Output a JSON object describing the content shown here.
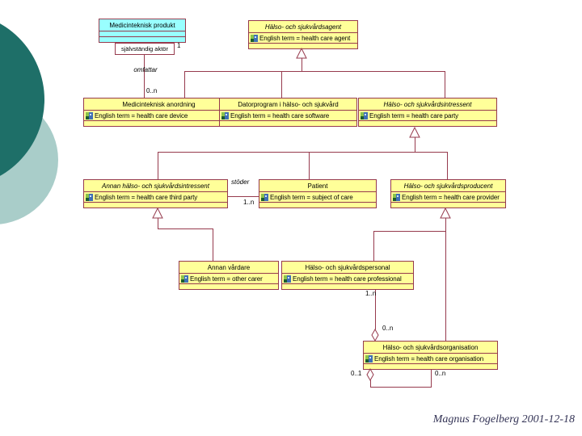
{
  "diagram": {
    "classes": {
      "produkt": {
        "title": "Medicinteknisk produkt"
      },
      "agent": {
        "title": "Hälso- och sjukvårdsagent",
        "term": "English term = health care agent"
      },
      "anordning": {
        "title": "Medicinteknisk anordning",
        "term": "English term = health care device"
      },
      "program": {
        "title": "Datorprogram i hälso- och sjukvård",
        "term": "English term = health care software"
      },
      "intressent": {
        "title": "Hälso- och sjukvårdsintressent",
        "term": "English term = health care party"
      },
      "annan_intressent": {
        "title": "Annan hälso- och sjukvårdsintressent",
        "term": "English term = health care third party"
      },
      "patient": {
        "title": "Patient",
        "term": "English term = subject of care"
      },
      "producent": {
        "title": "Hälso- och sjukvårdsproducent",
        "term": "English term = health care provider"
      },
      "annan_vardare": {
        "title": "Annan vårdare",
        "term": "English term = other carer"
      },
      "personal": {
        "title": "Hälso- och sjukvårdspersonal",
        "term": "English term = health care professional"
      },
      "organisation": {
        "title": "Hälso- och sjukvårdsorganisation",
        "term": "English term = health care organisation"
      }
    },
    "labels": {
      "role_sjalvstandig_aktor": "självständig aktör",
      "mult_one": "1",
      "assoc_omfattar": "omfattar",
      "mult_0n_anordning": "0..n",
      "assoc_stoder": "stöder",
      "mult_1n_stoder": "1..n",
      "mult_1n_personal": "1..n",
      "mult_0n_org_top": "0..n",
      "mult_01_org_bottom": "0..1",
      "mult_0n_org_bottom": "0..n"
    },
    "footer": {
      "signature": "Magnus Fogelberg 2001-12-18"
    },
    "icons": {
      "attribute_icon": "uml-public-attribute"
    },
    "colors": {
      "box_fill": "#ffff99",
      "box_border": "#963a4d",
      "produkt_fill": "#99ffff",
      "circle_dark": "#1e6f68",
      "circle_light": "#a9cdc9",
      "signature_text": "#333355"
    }
  }
}
